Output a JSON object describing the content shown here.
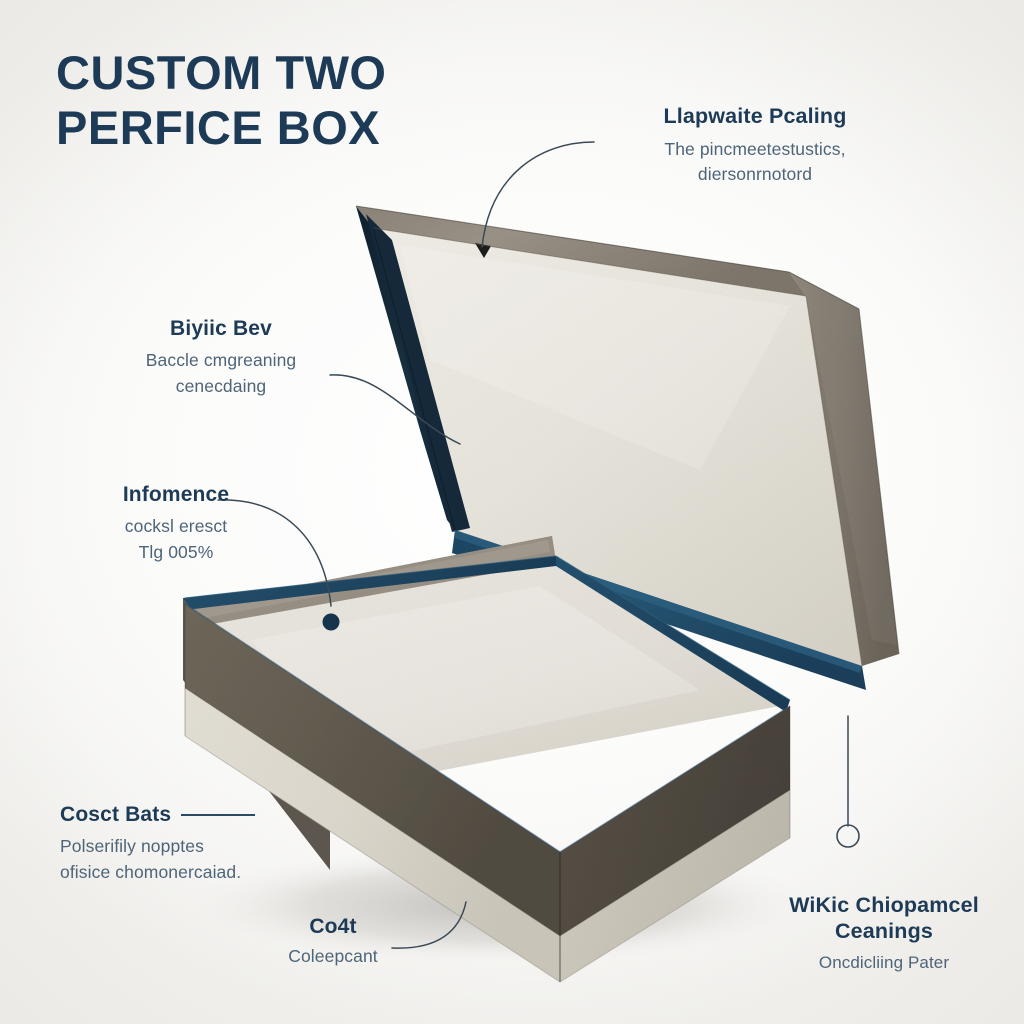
{
  "page": {
    "background_color": "#ffffff",
    "accent_navy": "#1d3b57",
    "body_text_color": "#4e6579",
    "leader_line_color": "#3a4a56"
  },
  "headline": {
    "line1": "Custom Two",
    "line2": "Perfice Box"
  },
  "product": {
    "name": "two-piece-rigid-box",
    "colors": {
      "exterior_taupe": "#6e675e",
      "exterior_taupe_light": "#958c82",
      "exterior_taupe_dark": "#564f47",
      "interior_cream": "#e8e5dd",
      "interior_cream_shadow": "#cfccc2",
      "rim_blue": "#1f4a68",
      "rim_blue_dark": "#152c42",
      "base_band_cream": "#ddd9cf",
      "edge_line": "#12202e"
    }
  },
  "annotations": [
    {
      "id": "lid-panel",
      "title": "Llapwaite Pcaling",
      "body_lines": [
        "The pincmeetestustics,",
        "diersonrnotord"
      ],
      "marker": "curve-leader"
    },
    {
      "id": "lid-inner-edge",
      "title": "Biyiic Bev",
      "body_lines": [
        "Baccle cmgreaning",
        "cenecdaing"
      ],
      "marker": "curve-leader"
    },
    {
      "id": "base-wall",
      "title": "Infomence",
      "body_lines": [
        "cocksl eresct",
        "Tlg 005%"
      ],
      "marker": "dot-leader"
    },
    {
      "id": "base-band",
      "title": "Cosct Bats",
      "body_lines": [
        "Polserifily nopptes",
        "ofisice chomonercaiad."
      ],
      "marker": "rule"
    },
    {
      "id": "base-corner",
      "title": "Co4t",
      "body_lines": [
        "Coleepcant"
      ],
      "marker": "curve-leader"
    },
    {
      "id": "lid-hinge",
      "title_lines": [
        "WiKic",
        "Chiopamcel Ceanings"
      ],
      "title": "WiKic",
      "title2": "Chiopamcel Ceanings",
      "body_lines": [
        "Oncdicliing Pater"
      ],
      "marker": "hollow-circle-leader"
    }
  ]
}
